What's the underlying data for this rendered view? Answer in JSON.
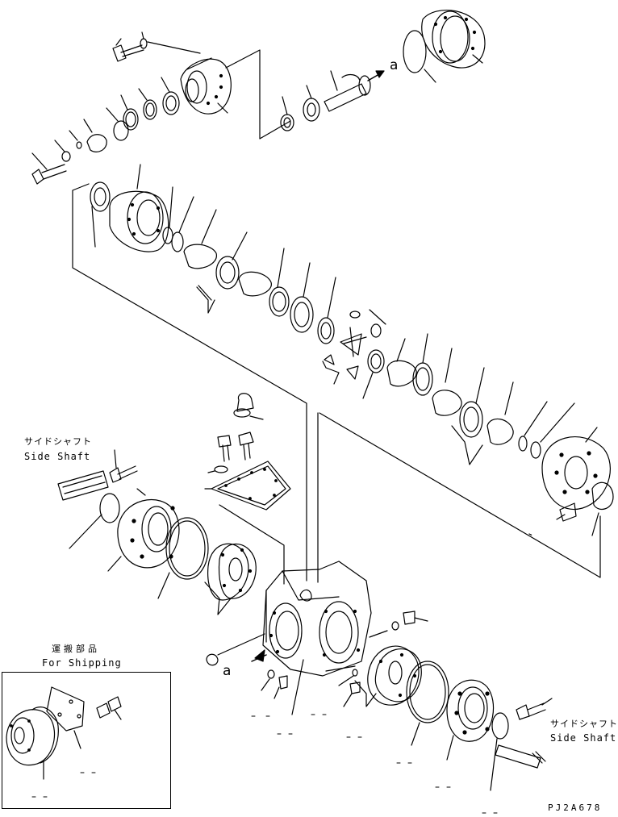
{
  "labels": {
    "side_shaft_left_jp": "サイドシャフト",
    "side_shaft_left_en": "Side Shaft",
    "side_shaft_right_jp": "サイドシャフト",
    "side_shaft_right_en": "Side Shaft",
    "shipping_jp": "運搬部品",
    "shipping_en": "For Shipping",
    "callout_top": "a",
    "callout_bottom": "a",
    "figure_code": "PJ2A678"
  }
}
